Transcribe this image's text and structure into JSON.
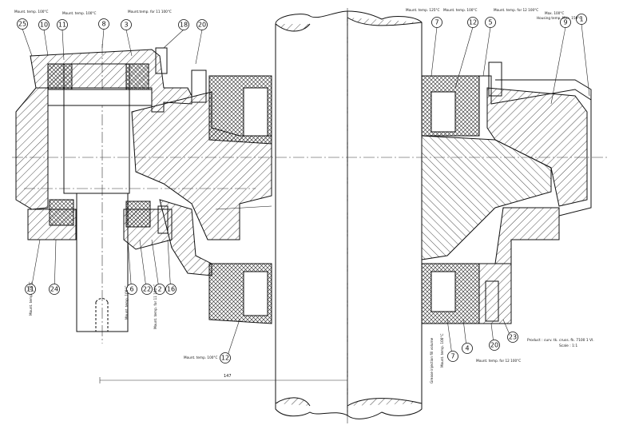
{
  "balloons": [
    "25",
    "10",
    "11",
    "8",
    "3",
    "18",
    "20",
    "7",
    "12",
    "5",
    "9",
    "1",
    "11",
    "24",
    "6",
    "22",
    "2",
    "16",
    "12",
    "7",
    "4",
    "20",
    "23"
  ],
  "notes": {
    "mount_temp_100_left": "Mount. temp. 100°C",
    "mount_temp_100_mid": "Mount. temp. 100°C",
    "mount_temp_top_center": "Mount.temp. for 11 100°C",
    "mount_temp_125": "Mount. temp. 125°C",
    "mount_temp_100_right": "Mount. temp. 100°C",
    "mount_temp_12": "Mount. temp. for 12 100°C",
    "max_100": "Max. 100°C",
    "housing_temp": "Housing temp. Max. 150°C",
    "mount_temp_bottom_12": "Mount. temp. 100°C",
    "mount_temp_bottom_right": "Mount. temp. for 12 100°C",
    "vertical_1": "Mount. temp. 100°C",
    "vertical_2": "Mount. temp. 100°C",
    "vertical_3": "Mount. temp. for 11 100°C",
    "vertical_4": "Mount. temp. 100°C",
    "vertical_5": "Grease injection fill volume"
  },
  "dimension": "147",
  "footer": {
    "line1": "Product : curv. tk. cruss. fk. 7100 1 VI.",
    "line2": "Scale : 1:1"
  }
}
